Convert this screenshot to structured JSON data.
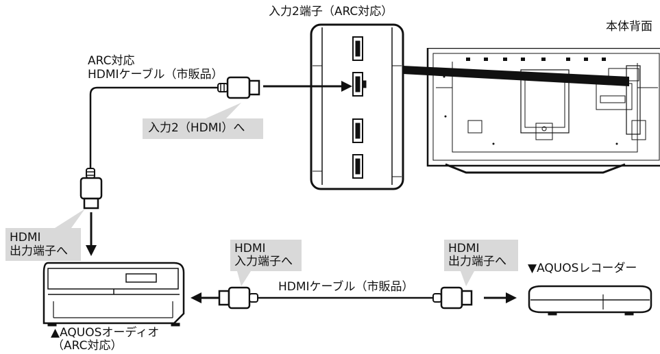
{
  "labels": {
    "input2_terminal": "入力2端子（ARC対応）",
    "rear_view": "本体背面",
    "arc_cable_line1": "ARC対応",
    "arc_cable_line2": "HDMIケーブル（市販品）",
    "to_input2": "入力2（HDMI）へ",
    "audio_out_line1": "HDMI",
    "audio_out_line2": "出力端子へ",
    "cable_in_line1": "HDMI",
    "cable_in_line2": "入力端子へ",
    "recorder_out_line1": "HDMI",
    "recorder_out_line2": "出力端子へ",
    "hdmi_cable": "HDMIケーブル（市販品）",
    "recorder": "▼AQUOSレコーダー",
    "audio_line1": "▲AQUOSオーディオ",
    "audio_line2": "（ARC対応）"
  },
  "colors": {
    "line": "#111111",
    "callout": "#d9d9d9",
    "panel_bg": "#ffffff"
  }
}
